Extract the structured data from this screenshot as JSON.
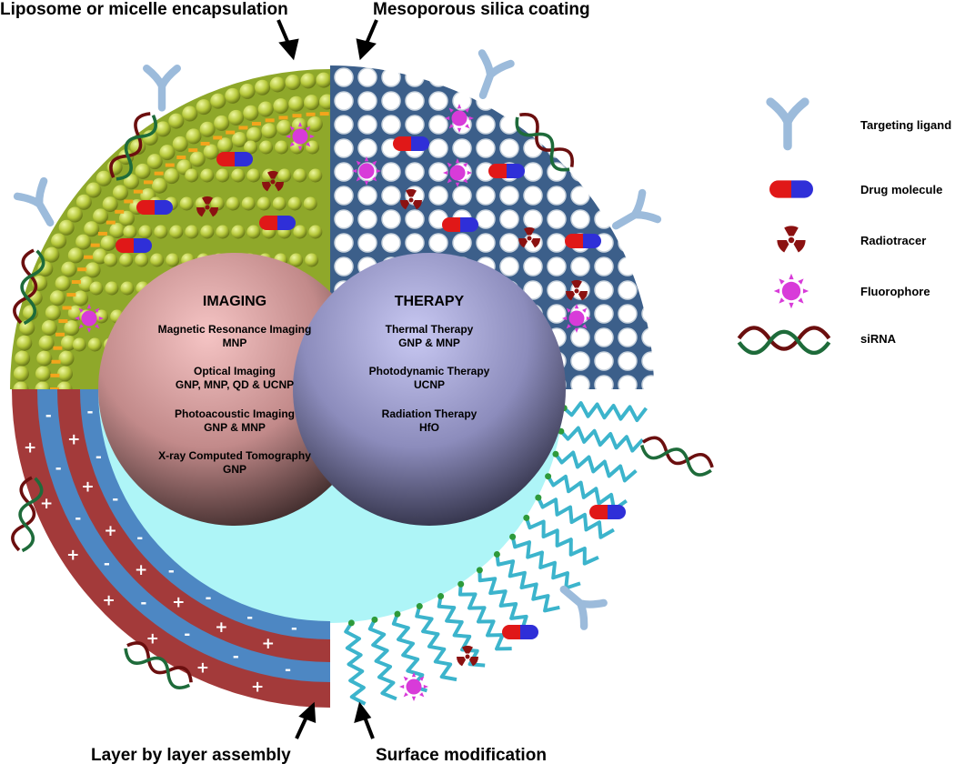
{
  "labels": {
    "liposome": "Liposome or micelle encapsulation",
    "silica": "Mesoporous silica coating",
    "layer": "Layer by layer assembly",
    "surface": "Surface modification"
  },
  "imaging": {
    "title": "IMAGING",
    "lines": [
      "Magnetic Resonance Imaging",
      "MNP",
      "Optical Imaging",
      "GNP, MNP, QD & UCNP",
      "Photoacoustic Imaging",
      "GNP & MNP",
      "X-ray Computed Tomography",
      "GNP"
    ]
  },
  "therapy": {
    "title": "THERAPY",
    "lines": [
      "Thermal Therapy",
      "GNP & MNP",
      "Photodynamic Therapy",
      "UCNP",
      "Radiation Therapy",
      "HfO"
    ]
  },
  "legend": [
    {
      "icon": "targeting-ligand-icon",
      "label": "Targeting ligand"
    },
    {
      "icon": "drug-molecule-icon",
      "label": "Drug molecule"
    },
    {
      "icon": "radiotracer-icon",
      "label": "Radiotracer"
    },
    {
      "icon": "fluorophore-icon",
      "label": "Fluorophore"
    },
    {
      "icon": "sirna-icon",
      "label": "siRNA"
    }
  ],
  "colors": {
    "liposome_head": "#b6c83a",
    "liposome_tail": "#f3a51c",
    "silica_frame": "#3c5f8a",
    "layer_red": "#a33a3a",
    "layer_blue": "#4d87c3",
    "core_cyan": "#aef5f7",
    "imaging_sphere": "#e7aeae",
    "therapy_sphere": "#a8a8e4",
    "ligand": "#9cbbdb",
    "fluorophore": "#d83bd9",
    "radiotracer": "#8b1111",
    "drug_red": "#e01818",
    "drug_blue": "#2f2fd8",
    "polymer": "#3cb4cc"
  }
}
